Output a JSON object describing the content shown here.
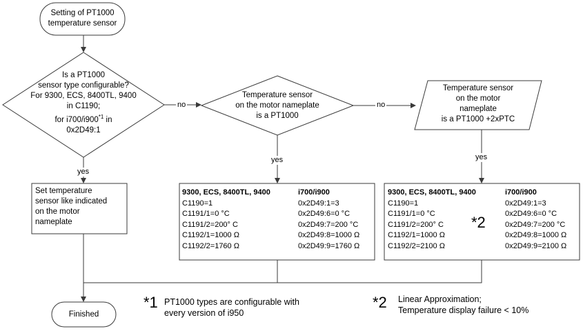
{
  "nodes": {
    "start": [
      "Setting of PT1000",
      "temperature sensor"
    ],
    "decision1": [
      "Is a PT1000",
      "sensor type configurable?",
      "For 9300, ECS, 8400TL, 9400",
      "in C1190;"
    ],
    "decision1_i700_pre": "for i700/i900",
    "decision1_i700_sup": "*1",
    "decision1_i700_post": " in",
    "decision1_last": "0x2D49:1",
    "decision2": [
      "Temperature sensor",
      "on the motor nameplate",
      "is a PT1000"
    ],
    "io3": [
      "Temperature sensor",
      "on the motor",
      "nameplate",
      "is a PT1000  +2xPTC"
    ],
    "process_left": [
      "Set temperature",
      "sensor like indicated",
      "on the motor",
      "nameplate"
    ],
    "end": "Finished"
  },
  "edges": {
    "no1": "no",
    "no2": "no",
    "yes1": "yes",
    "yes2": "yes",
    "yes3": "yes"
  },
  "table_mid": {
    "headers": [
      "9300, ECS, 8400TL, 9400",
      "i700/i900"
    ],
    "rows": [
      [
        "C1190=1",
        "0x2D49:1=3"
      ],
      [
        "C1191/1=0 °C",
        "0x2D49:6=0 °C"
      ],
      [
        "C1191/2=200° C",
        "0x2D49:7=200 °C"
      ],
      [
        "C1192/1=1000 Ω",
        "0x2D49:8=1000 Ω"
      ],
      [
        "C1192/2=1760 Ω",
        "0x2D49:9=1760 Ω"
      ]
    ]
  },
  "table_right": {
    "headers": [
      "9300, ECS, 8400TL, 9400",
      "i700/i900"
    ],
    "rows": [
      [
        "C1190=1",
        "0x2D49:1=3"
      ],
      [
        "C1191/1=0 °C",
        "0x2D49:6=0 °C"
      ],
      [
        "C1191/2=200° C",
        "0x2D49:7=200 °C"
      ],
      [
        "C1192/1=1000 Ω",
        "0x2D49:8=1000 Ω"
      ],
      [
        "C1192/2=2100 Ω",
        "0x2D49:9=2100 Ω"
      ]
    ],
    "mark": "*2"
  },
  "footnotes": [
    {
      "mark": "*1",
      "lines": [
        "PT1000 types are configurable with",
        "every version of i950"
      ]
    },
    {
      "mark": "*2",
      "lines": [
        "Linear Approximation;",
        "Temperature display failure < 10%"
      ]
    }
  ],
  "colors": {
    "shape_fill": "#ffffff",
    "stroke": "#3a3a3a",
    "text": "#000000"
  }
}
